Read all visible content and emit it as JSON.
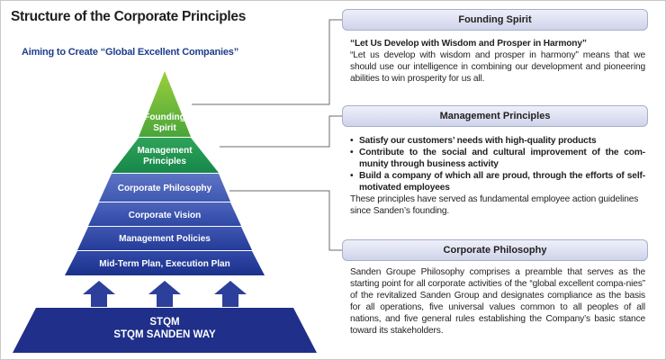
{
  "title": "Structure of the Corporate Principles",
  "subtitle": "Aiming to Create “Global Excellent Companies”",
  "pyramid": {
    "tiers": [
      {
        "lines": [
          "Founding",
          "Spirit"
        ],
        "color_top": "#9ccf3c",
        "color_bottom": "#4aa53a"
      },
      {
        "lines": [
          "Management",
          "Principles"
        ],
        "color_top": "#2fa35a",
        "color_bottom": "#16874a"
      },
      {
        "lines": [
          "Corporate Philosophy"
        ],
        "color_top": "#5e74c4",
        "color_bottom": "#3f58b2"
      },
      {
        "lines": [
          "Corporate Vision"
        ],
        "color_top": "#4d64bc",
        "color_bottom": "#2f48a5"
      },
      {
        "lines": [
          "Management Policies"
        ],
        "color_top": "#3f56b2",
        "color_bottom": "#253c98"
      },
      {
        "lines": [
          "Mid-Term Plan, Execution Plan"
        ],
        "color_top": "#3149a8",
        "color_bottom": "#1b318b"
      }
    ],
    "base_lines": [
      "STQM",
      "STQM SANDEN WAY"
    ],
    "base_color": "#1f2f8a",
    "arrow_color": "#2c3f9a",
    "connector_color": "#6b6b6b"
  },
  "panels": {
    "founding_spirit": {
      "header": "Founding Spirit",
      "slogan": "“Let Us Develop with Wisdom and Prosper in Harmony”",
      "body": "“Let us develop with wisdom and prosper in harmony” means that we should use our intelligence in combining our development and pioneering abilities to win prosperity for us all."
    },
    "management_principles": {
      "header": "Management Principles",
      "bullets": [
        "Satisfy our customers’ needs with high-quality products",
        "Contribute to the social and cultural improvement of the com-munity through business activity",
        "Build a company of which all are proud, through the efforts of self-motivated employees"
      ],
      "note": "These principles have served as fundamental employee action guidelines since Sanden’s founding."
    },
    "corporate_philosophy": {
      "header": "Corporate Philosophy",
      "body": "Sanden Groupe Philosophy comprises a preamble that serves as the starting point for all corporate activities of the “global excellent compa-nies” of the revitalized Sanden Group and designates compliance as the basis for all operations, five universal values common to all peoples of all nations, and five general rules establishing the Company’s basic stance toward its stakeholders."
    }
  }
}
